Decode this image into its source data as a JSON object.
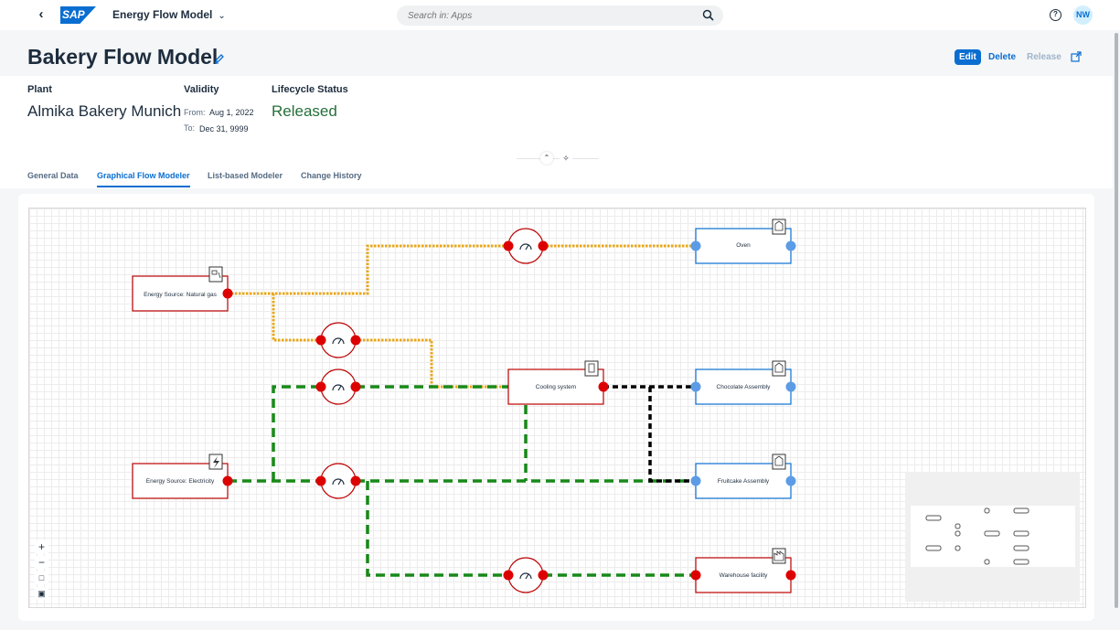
{
  "shell": {
    "app_title": "Energy Flow Model",
    "logo_text": "SAP",
    "search_placeholder": "Search in: Apps",
    "avatar_initials": "NW",
    "brand_color": "#0a6ed1"
  },
  "header": {
    "title": "Bakery Flow Model",
    "actions": {
      "edit": "Edit",
      "delete": "Delete",
      "release": "Release"
    },
    "plant_label": "Plant",
    "plant_value": "Almika Bakery Munich",
    "validity_label": "Validity",
    "from_label": "From:",
    "from_value": "Aug 1, 2022",
    "to_label": "To:",
    "to_value": "Dec 31, 9999",
    "status_label": "Lifecycle Status",
    "status_value": "Released",
    "status_color": "#256f3a"
  },
  "tabs": [
    {
      "label": "General Data",
      "active": false
    },
    {
      "label": "Graphical Flow Modeler",
      "active": true
    },
    {
      "label": "List-based Modeler",
      "active": false
    },
    {
      "label": "Change History",
      "active": false
    }
  ],
  "modeler": {
    "nodes": {
      "natural_gas": "Energy Source: Natural gas",
      "electricity": "Energy Source: Electricity",
      "cooling": "Cooling system",
      "oven": "Oven",
      "chocolate": "Chocolate Assembly",
      "fruitcake": "Fruitcake Assembly",
      "warehouse": "Warehouse facility"
    },
    "colors": {
      "gas_line": "#e9a71a",
      "electricity_line": "#188918",
      "cooling_line": "#000000",
      "source_border": "#bb0000",
      "consumer_border": "#0a6ed1",
      "port_red": "#dd0000",
      "port_blue": "#5c9ce6"
    },
    "icons": {
      "gas_node": "gas-pump-icon",
      "electricity_node": "lightning-icon",
      "cooling_node": "cooling-unit-icon",
      "consumer_nodes": "building-icon",
      "warehouse_node": "factory-icon",
      "meters": "gauge-icon"
    },
    "zoom_controls": [
      "zoom-in",
      "zoom-out",
      "fit-to-screen",
      "overview"
    ]
  }
}
